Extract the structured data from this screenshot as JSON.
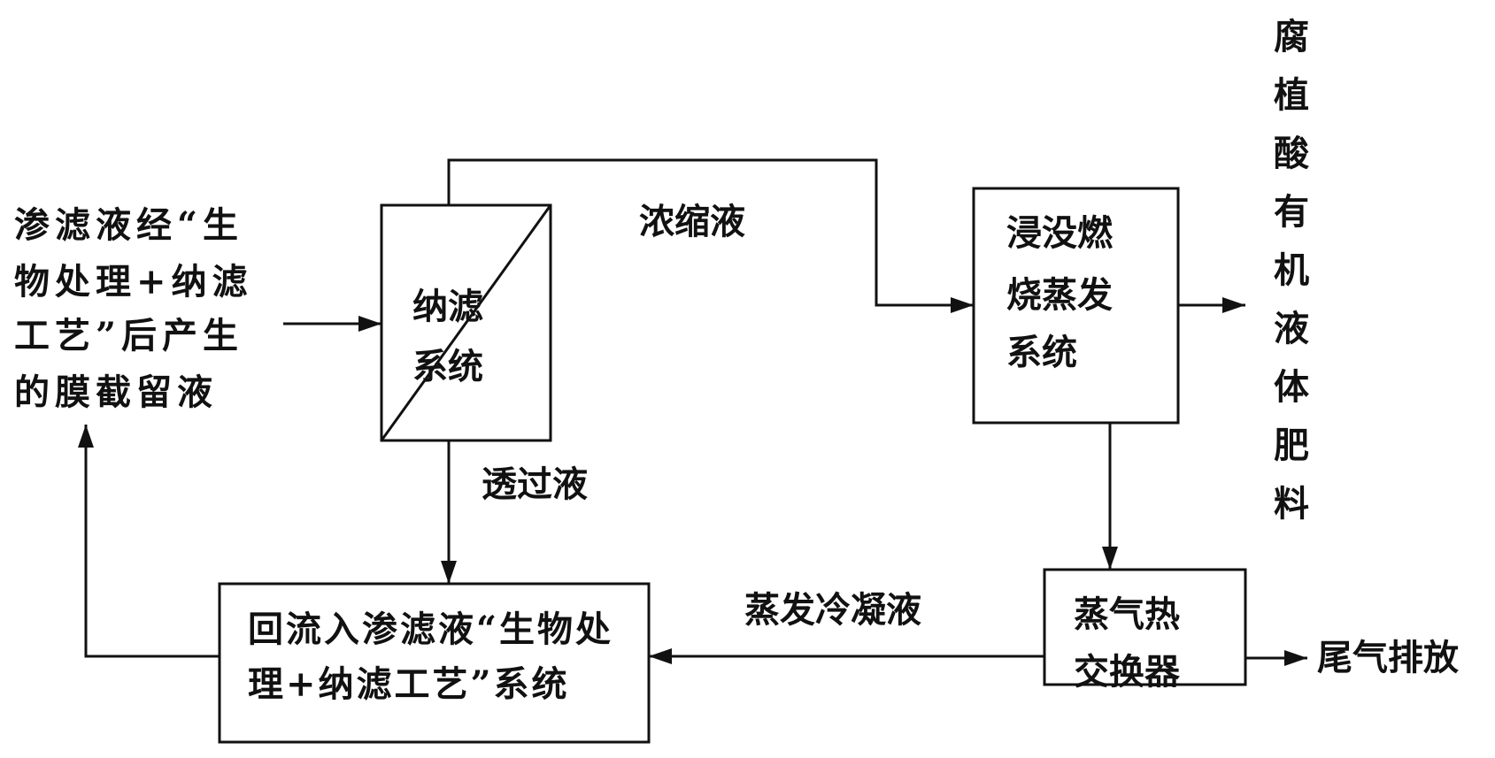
{
  "inputs": {
    "lines": [
      "渗滤液经“生",
      "物处理+纳滤",
      "工艺”后产生",
      "的膜截留液"
    ]
  },
  "nanofiltration": {
    "lines": [
      "纳滤",
      "系统"
    ]
  },
  "evaporation": {
    "lines": [
      "浸没燃",
      "烧蒸发",
      "系统"
    ]
  },
  "heat_exchanger": {
    "lines": [
      "蒸气热",
      "交换器"
    ]
  },
  "return_system": {
    "lines": [
      "回流入渗滤液“生物处",
      "理+纳滤工艺”系统"
    ]
  },
  "labels": {
    "concentrate": "浓缩液",
    "permeate": "透过液",
    "condensate": "蒸发冷凝液",
    "exhaust": "尾气排放",
    "product": "腐植酸有机液体肥料"
  }
}
